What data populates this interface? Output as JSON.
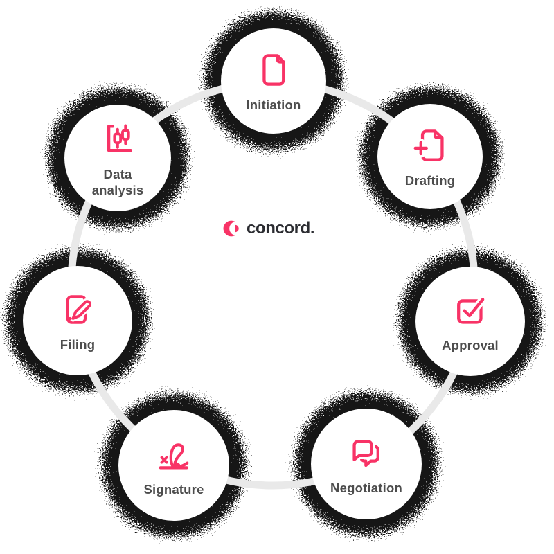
{
  "page": {
    "background_color": "#FFFFFF"
  },
  "logo": {
    "text": "concord.",
    "mark_icon": "concord-mark-icon",
    "mark_color": "#F83366",
    "text_color": "#2B2C31"
  },
  "colors": {
    "accent_pink": "#F83366",
    "node_fill": "#FFFFFF",
    "label_text": "#4D4D4D",
    "connector_ring": "#E9E9E9",
    "halo_stipple": "#141414"
  },
  "diagram": {
    "type": "circular-process",
    "nodes": [
      {
        "label": "Initiation",
        "icon": "document-icon",
        "position": "top"
      },
      {
        "label": "Drafting",
        "icon": "document-add-icon",
        "position": "upper-right"
      },
      {
        "label": "Approval",
        "icon": "check-square-icon",
        "position": "right"
      },
      {
        "label": "Negotiation",
        "icon": "chat-bubbles-icon",
        "position": "lower-right"
      },
      {
        "label": "Signature",
        "icon": "signature-icon",
        "position": "lower-left"
      },
      {
        "label": "Filing",
        "icon": "document-edit-icon",
        "position": "left"
      },
      {
        "label": "Data analysis",
        "icon": "candlestick-chart-icon",
        "position": "upper-left"
      }
    ]
  }
}
